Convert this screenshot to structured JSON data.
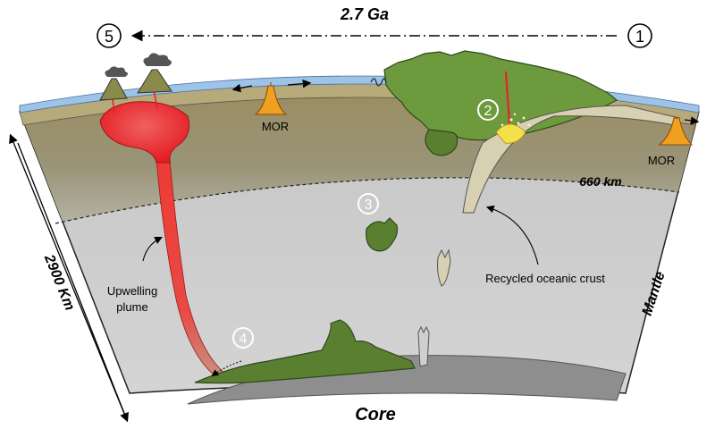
{
  "timeline": {
    "title": "2.7 Ga",
    "start_marker": "1",
    "end_marker": "5"
  },
  "markers": {
    "m2": "2",
    "m3": "3",
    "m4": "4"
  },
  "labels": {
    "mor_left": "MOR",
    "mor_right": "MOR",
    "depth_660": "660 km",
    "depth_total": "2900 Km",
    "upwelling_plume_line1": "Upwelling",
    "upwelling_plume_line2": "plume",
    "recycled_crust": "Recycled oceanic crust",
    "mantle": "Mantle",
    "core": "Core"
  },
  "colors": {
    "ocean": "#9dc3e6",
    "upper_mantle": "#8a7d52",
    "lower_mantle": "#c9c9c9",
    "core": "#8c8c8c",
    "continent": "#6e9a3e",
    "plume": "#e8202a",
    "slab": "#d8d0b2",
    "mor": "#f0a020"
  }
}
